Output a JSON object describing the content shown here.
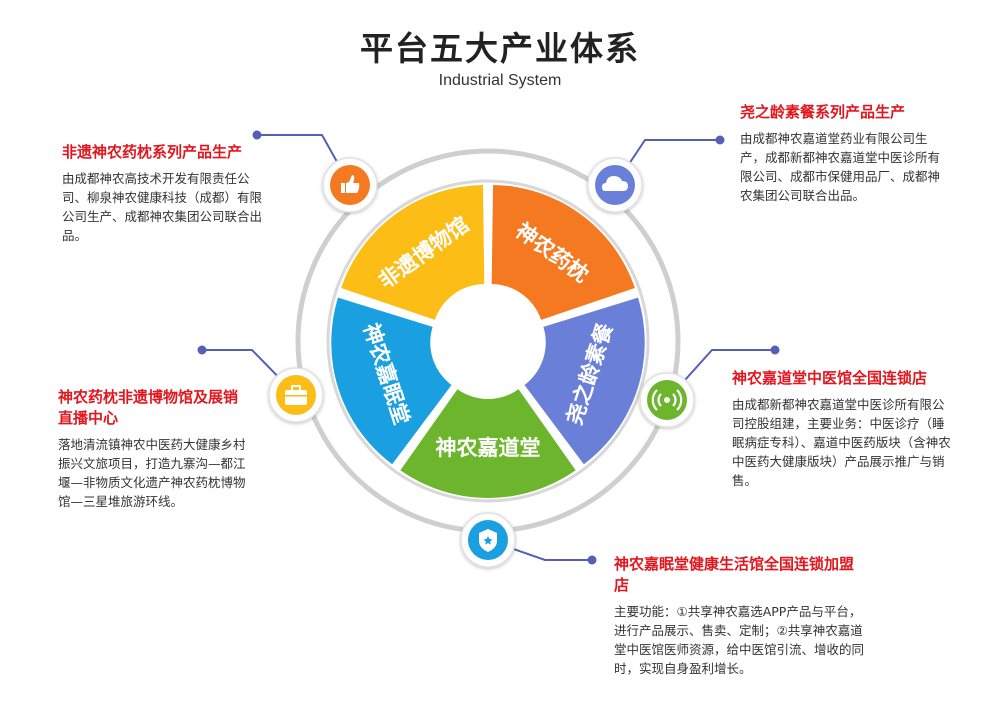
{
  "title": "平台五大产业体系",
  "subtitle": "Industrial System",
  "segments": [
    {
      "label": "神农药枕",
      "color": "#f47920"
    },
    {
      "label": "尧之龄素餐",
      "color": "#6a7fd8"
    },
    {
      "label": "神农嘉道堂",
      "color": "#6cb52d"
    },
    {
      "label": "神农嘉眠堂",
      "color": "#1aa0e0"
    },
    {
      "label": "非遗博物馆",
      "color": "#fbbd16"
    }
  ],
  "icons": [
    {
      "name": "thumbs-up-icon",
      "color": "#f47920"
    },
    {
      "name": "cloud-icon",
      "color": "#6a7fd8"
    },
    {
      "name": "broadcast-icon",
      "color": "#6cb52d"
    },
    {
      "name": "shield-icon",
      "color": "#1aa0e0"
    },
    {
      "name": "briefcase-icon",
      "color": "#fbbd16"
    }
  ],
  "blocks": [
    {
      "title": "非遗神农药枕系列产品生产",
      "text": "由成都神农高技术开发有限责任公司、柳泉神农健康科技（成都）有限公司生产、成都神农集团公司联合出品。"
    },
    {
      "title": "尧之龄素餐系列产品生产",
      "text": "由成都神农嘉道堂药业有限公司生产，成都新都神农嘉道堂中医诊所有限公司、成都市保健用品厂、成都神农集团公司联合出品。"
    },
    {
      "title": "神农嘉道堂中医馆全国连锁店",
      "text": "由成都新都神农嘉道堂中医诊所有限公司控股组建，主要业务：中医诊疗（睡眠病症专科）、嘉道中医药版块（含神农中医药大健康版块）产品展示推广与销售。"
    },
    {
      "title": "神农嘉眠堂健康生活馆全国连锁加盟店",
      "text": "主要功能：①共享神农嘉选APP产品与平台，进行产品展示、售卖、定制；②共享神农嘉道堂中医馆医师资源，给中医馆引流、增收的同时，实现自身盈利增长。"
    },
    {
      "title": "神农药枕非遗博物馆及展销直播中心",
      "text": "落地清流镇神农中医药大健康乡村振兴文旅项目，打造九寨沟—都江堰—非物质文化遗产神农药枕博物馆—三星堆旅游环线。"
    }
  ]
}
